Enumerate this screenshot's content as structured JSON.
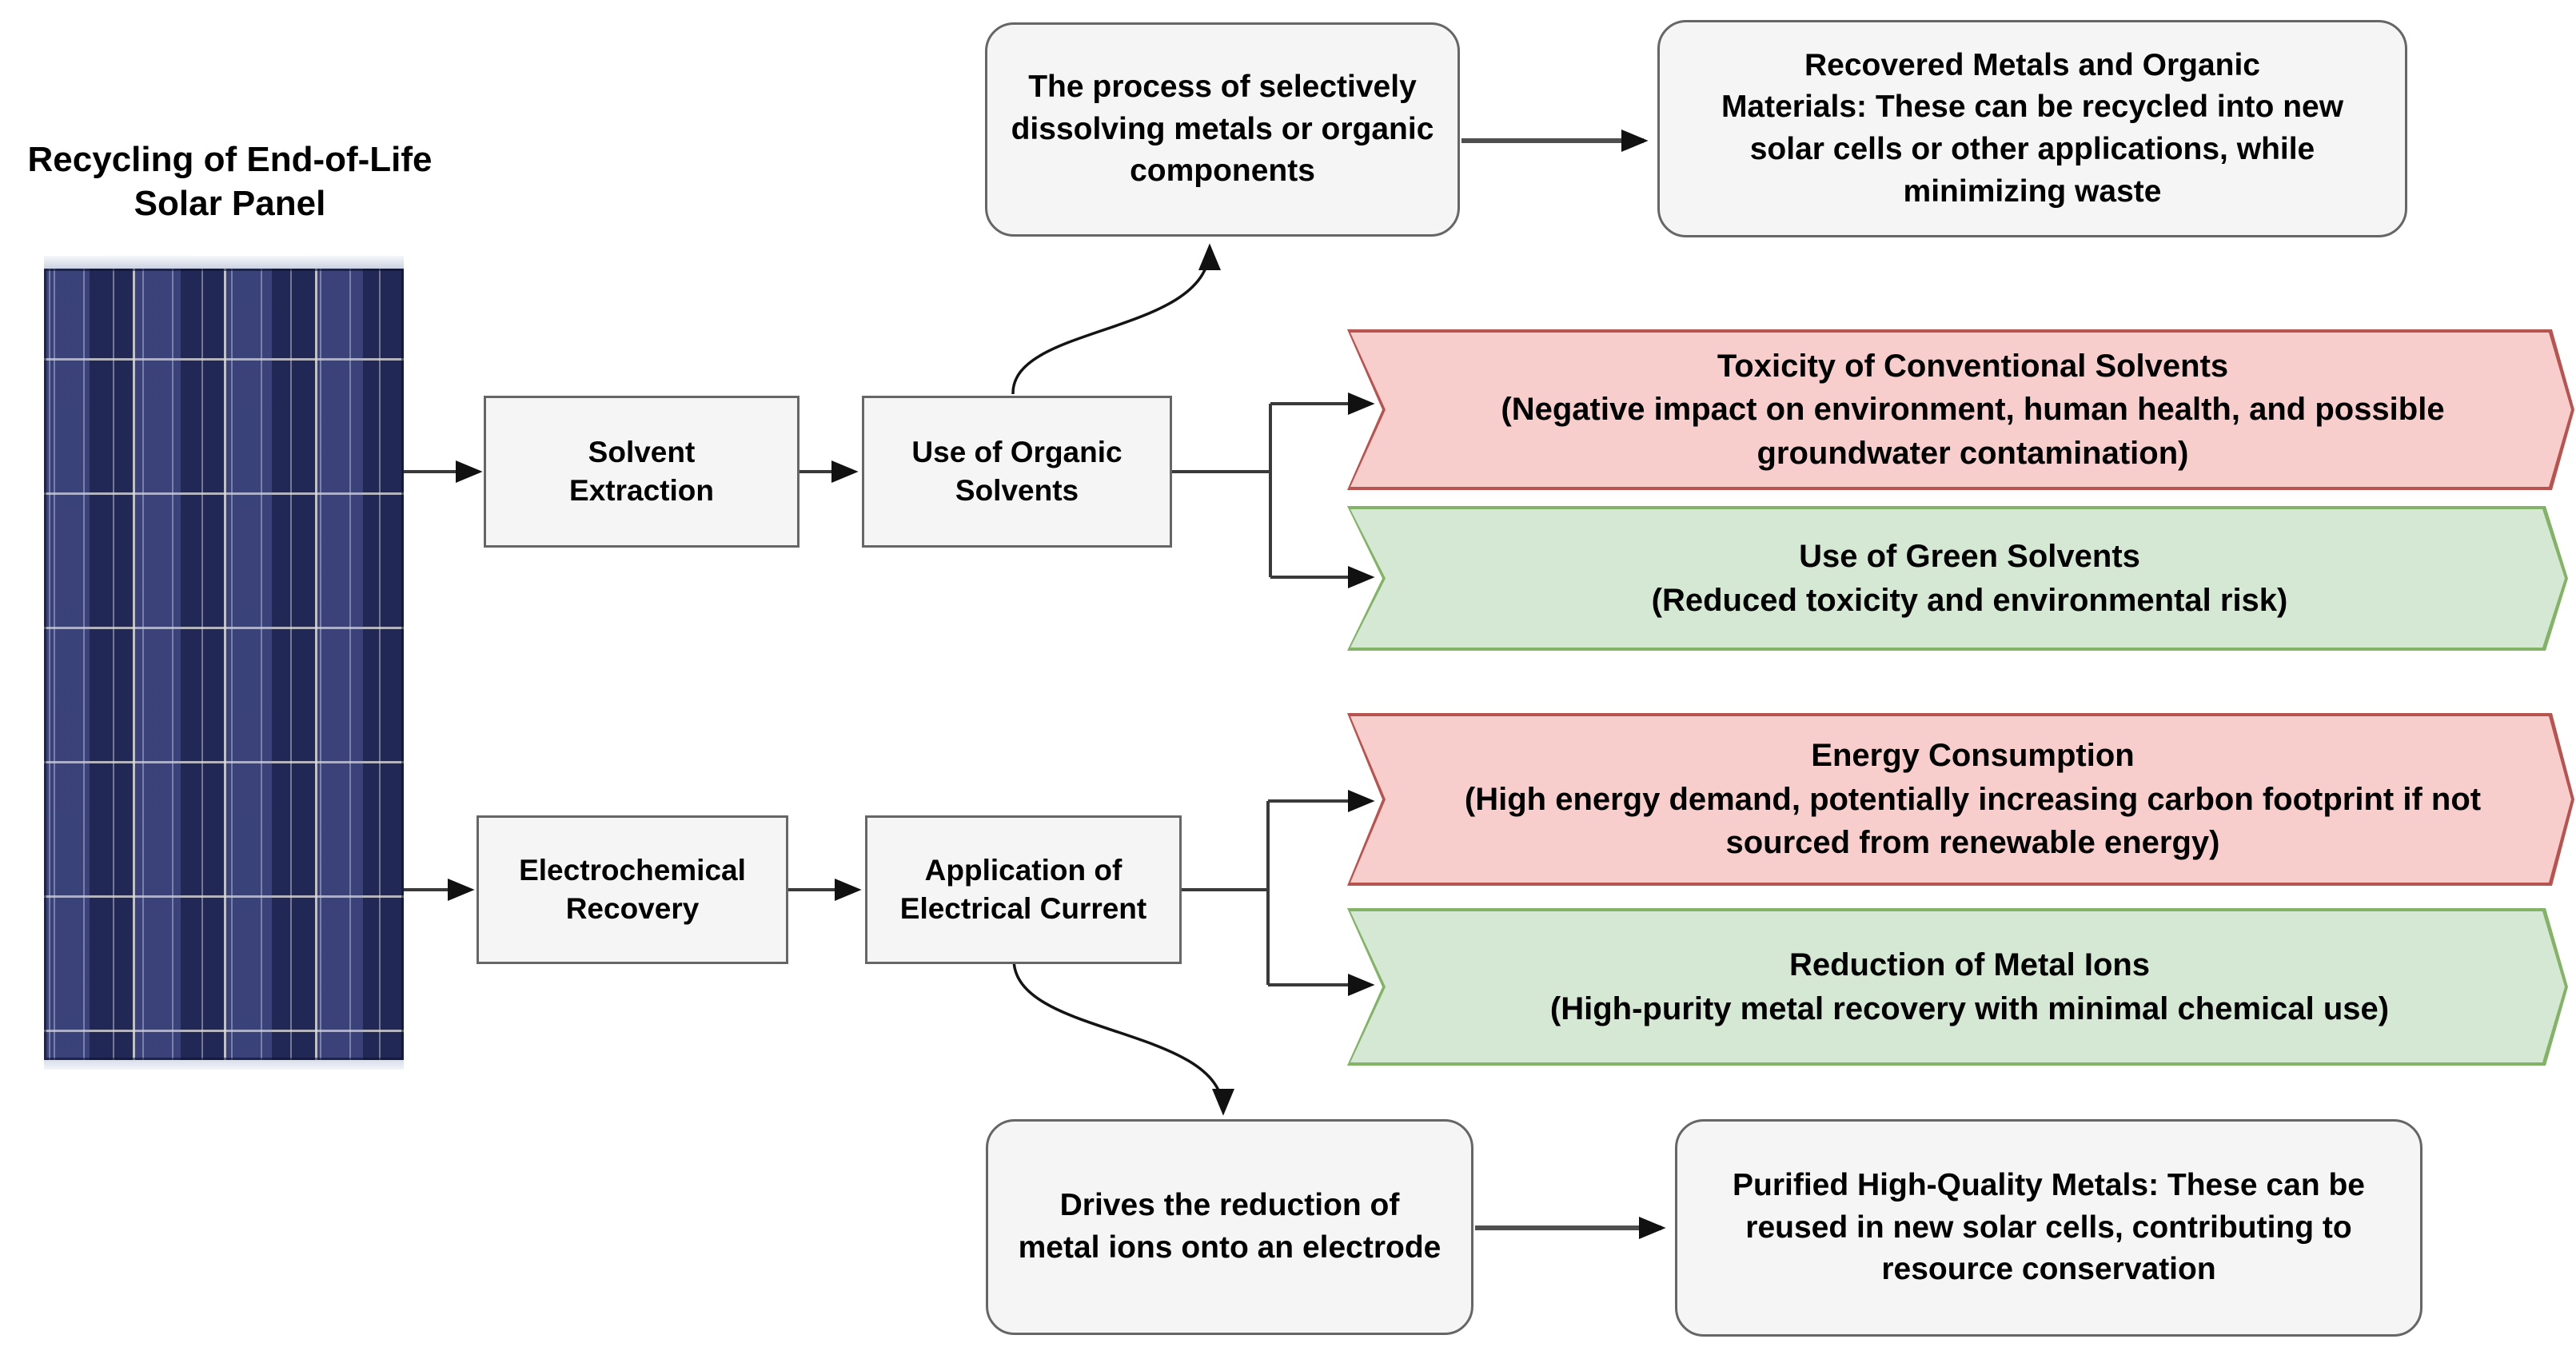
{
  "title": "Recycling of End-of-Life\nSolar Panel",
  "nodes": {
    "solvent_extraction": {
      "label": "Solvent\nExtraction"
    },
    "use_of_organic_solvents": {
      "label": "Use of Organic\nSolvents"
    },
    "dissolving_process": {
      "label": "The process of selectively\ndissolving metals or organic\ncomponents"
    },
    "recovered_materials": {
      "label": "Recovered Metals and Organic\nMaterials: These can be recycled into new\nsolar cells or other applications, while\nminimizing waste"
    },
    "electrochemical_recovery": {
      "label": "Electrochemical\nRecovery"
    },
    "application_of_electrical_current": {
      "label": "Application of\nElectrical Current"
    },
    "drives_reduction": {
      "label": "Drives the reduction of\nmetal ions onto an electrode"
    },
    "purified_metals": {
      "label": "Purified High-Quality Metals: These can be\nreused in new solar cells, contributing to\nresource conservation"
    }
  },
  "banners": {
    "toxicity": {
      "title": "Toxicity of Conventional Solvents",
      "detail": "(Negative impact on environment, human health, and possible\ngroundwater contamination)"
    },
    "green_solvents": {
      "title": "Use of Green Solvents",
      "detail": "(Reduced toxicity and environmental risk)"
    },
    "energy_consumption": {
      "title": "Energy Consumption",
      "detail": "(High energy demand, potentially increasing carbon footprint if not\nsourced from renewable energy)"
    },
    "metal_ion_reduction": {
      "title": "Reduction of Metal Ions",
      "detail": "(High-purity metal recovery with minimal chemical use)"
    }
  },
  "colors": {
    "negative_fill": "#f8cecc",
    "negative_border": "#b85450",
    "positive_fill": "#d5e8d4",
    "positive_border": "#82b366",
    "node_fill": "#f5f5f5",
    "node_border": "#666666",
    "connector": "#3a3a3a",
    "panel_blue": "#272f63",
    "text": "#000000"
  }
}
